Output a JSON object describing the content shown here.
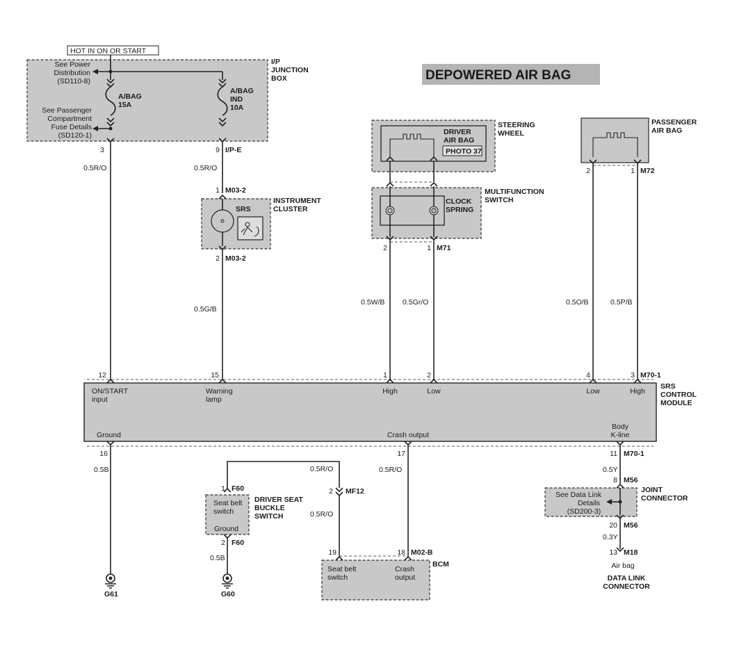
{
  "title": "DEPOWERED AIR BAG",
  "power_label": "HOT IN ON OR START",
  "junction_box": {
    "name": [
      "I/P",
      "JUNCTION",
      "BOX"
    ],
    "ref_power": [
      "See Power",
      "Distribution",
      "(SD110-8)"
    ],
    "ref_fuse": [
      "See Passenger",
      "Compartment",
      "Fuse Details",
      "(SD120-1)"
    ],
    "fuse1": [
      "A/BAG",
      "15A"
    ],
    "fuse2": [
      "A/BAG",
      "IND",
      "10A"
    ],
    "pin_left": "3",
    "pin_right": "9",
    "conn_right": "I/P-E"
  },
  "instrument_cluster": {
    "name": [
      "INSTRUMENT",
      "CLUSTER"
    ],
    "label": "SRS",
    "pin_top": "1",
    "conn_top": "M03-2",
    "pin_bottom": "2",
    "conn_bottom": "M03-2"
  },
  "steering_wheel": {
    "name": [
      "STEERING",
      "WHEEL"
    ],
    "part": [
      "DRIVER",
      "AIR BAG"
    ],
    "photo": "PHOTO 37"
  },
  "multifunction_switch": {
    "name": [
      "MULTIFUNCTION",
      "SWITCH"
    ],
    "part": [
      "CLOCK",
      "SPRING"
    ],
    "pin_left": "2",
    "pin_right": "1",
    "conn": "M71"
  },
  "passenger_air_bag": {
    "name": [
      "PASSENGER",
      "AIR BAG"
    ],
    "pin_left": "2",
    "pin_right": "1",
    "conn": "M72"
  },
  "wires": {
    "w1": "0.5R/O",
    "w2": "0.5R/O",
    "w3": "0.5G/B",
    "w4": "0.5W/B",
    "w5": "0.5Gr/O",
    "w6": "0.5O/B",
    "w7": "0.5P/B",
    "w8": "0.5B",
    "w9": "0.5R/O",
    "w10": "0.5R/O",
    "w11": "0.5R/O",
    "w12": "0.5B",
    "w13": "0.5Y",
    "w14": "0.3Y"
  },
  "srs_module": {
    "name": [
      "SRS",
      "CONTROL",
      "MODULE"
    ],
    "conn_top": "M70-1",
    "conn_bottom": "M70-1",
    "top_pins": [
      "12",
      "15",
      "1",
      "2",
      "4",
      "3"
    ],
    "top_labels": [
      [
        "ON/START",
        "input"
      ],
      [
        "Warning",
        "lamp"
      ],
      [
        "High"
      ],
      [
        "Low"
      ],
      [
        "Low"
      ],
      [
        "High"
      ]
    ],
    "bottom_pins": [
      "16",
      "17",
      "11"
    ],
    "bottom_labels": [
      [
        "Ground"
      ],
      [
        "Crash output"
      ],
      [
        "Body",
        "K-line"
      ]
    ]
  },
  "seat_switch": {
    "name": [
      "DRIVER SEAT",
      "BUCKLE",
      "SWITCH"
    ],
    "label": [
      "Seat belt",
      "switch"
    ],
    "ground": "Ground",
    "pin_top": "1",
    "conn_top": "F60",
    "pin_bottom": "2",
    "conn_bottom": "F60"
  },
  "mf12": {
    "pin": "2",
    "conn": "MF12"
  },
  "bcm": {
    "name": "BCM",
    "label1": [
      "Seat belt",
      "switch"
    ],
    "label2": [
      "Crash",
      "output"
    ],
    "pin1": "19",
    "pin2": "18",
    "conn": "M02-B"
  },
  "joint_connector": {
    "name": [
      "JOINT",
      "CONNECTOR"
    ],
    "ref": [
      "See Data Link",
      "Details",
      "(SD200-3)"
    ],
    "pin_top": "8",
    "conn_top": "M56",
    "pin_bottom": "20",
    "conn_bottom": "M56"
  },
  "data_link": {
    "name": [
      "DATA LINK",
      "CONNECTOR"
    ],
    "pin": "13",
    "conn": "M18",
    "label": "Air bag"
  },
  "grounds": [
    "G61",
    "G60"
  ]
}
